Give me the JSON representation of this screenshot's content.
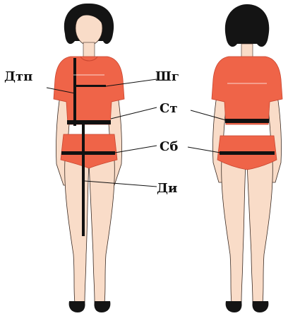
{
  "labels": {
    "dtp": "Дтп",
    "shg": "Шг",
    "st": "Ст",
    "sb": "Сб",
    "di": "Ди"
  },
  "colors": {
    "skin": "#f9dcc8",
    "skin_shade": "#efc3a6",
    "garment": "#ef6448",
    "garment_dark": "#d94c32",
    "hair": "#141414",
    "measure": "#111111",
    "outline": "#3a2a22"
  }
}
